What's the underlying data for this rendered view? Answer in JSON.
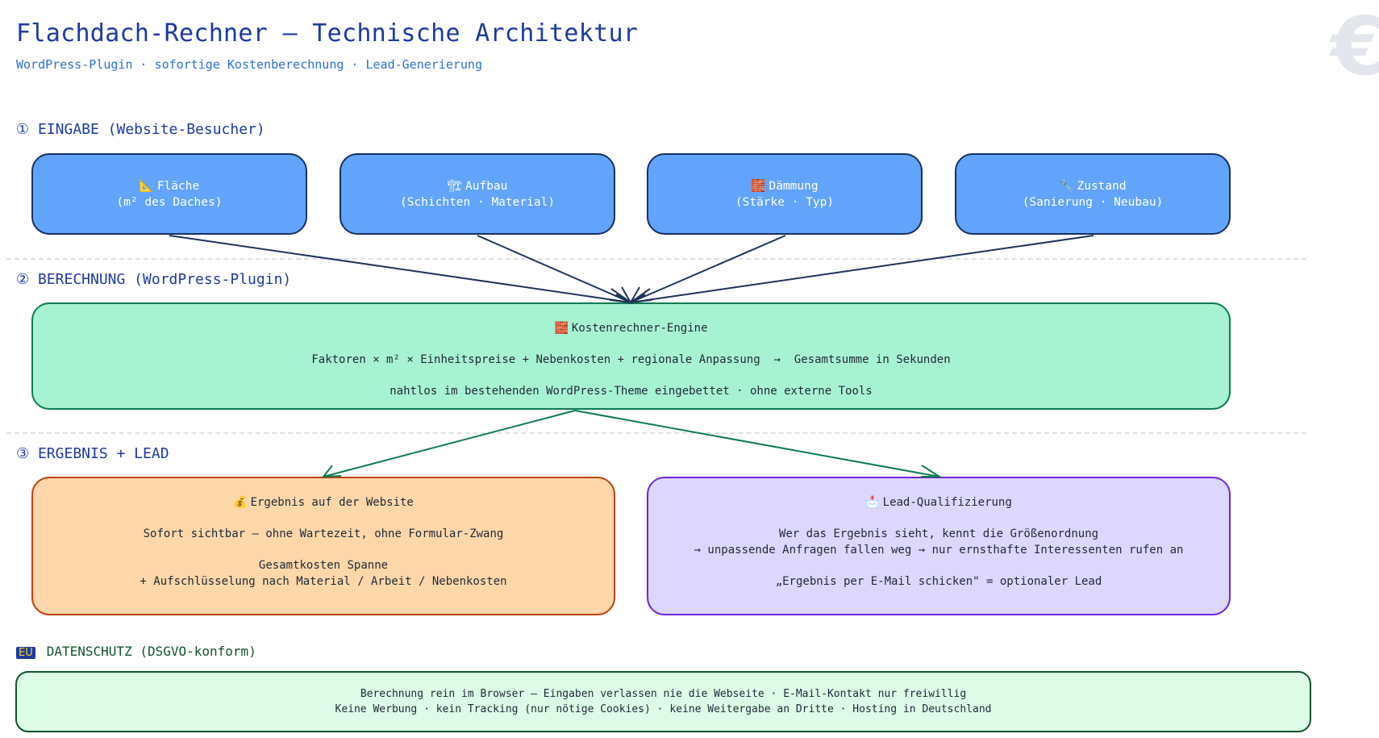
{
  "header": {
    "title": "Flachdach-Rechner – Technische Architektur",
    "subtitle": "WordPress-Plugin · sofortige Kostenberechnung · Lead-Generierung",
    "watermark": "€"
  },
  "sections": {
    "input_label": "① EINGABE (Website-Besucher)",
    "calc_label": "② BERECHNUNG (WordPress-Plugin)",
    "result_label": "③ ERGEBNIS + LEAD",
    "privacy_label": "DATENSCHUTZ (DSGVO-konform)",
    "privacy_flag": "EU"
  },
  "inputs": [
    {
      "icon": "📐",
      "title": "Fläche",
      "detail": "(m² des Daches)"
    },
    {
      "icon": "🏗",
      "title": "Aufbau",
      "detail": "(Schichten · Material)"
    },
    {
      "icon": "🧱",
      "title": "Dämmung",
      "detail": "(Stärke · Typ)"
    },
    {
      "icon": "🔧",
      "title": "Zustand",
      "detail": "(Sanierung · Neubau)"
    }
  ],
  "calc": {
    "icon": "🧱",
    "title": "Kostenrechner-Engine",
    "formula": "Faktoren × m² × Einheitspreise + Nebenkosten + regionale Anpassung  →  Gesamtsumme in Sekunden",
    "note": "nahtlos im bestehenden WordPress-Theme eingebettet · ohne externe Tools"
  },
  "result": {
    "icon": "💰",
    "title": "Ergebnis auf der Website",
    "line1": "Sofort sichtbar – ohne Wartezeit, ohne Formular-Zwang",
    "line2": "Gesamtkosten Spanne",
    "line3": "+ Aufschlüsselung nach Material / Arbeit / Nebenkosten"
  },
  "lead": {
    "icon": "📩",
    "title": "Lead-Qualifizierung",
    "line1": "Wer das Ergebnis sieht, kennt die Größenordnung",
    "line2": "→ unpassende Anfragen fallen weg → nur ernsthafte Interessenten rufen an",
    "line3": "„Ergebnis per E-Mail schicken\" = optionaler Lead"
  },
  "privacy": {
    "line1": "Berechnung rein im Browser – Eingaben verlassen nie die Webseite · E-Mail-Kontakt nur freiwillig",
    "line2": "Keine Werbung · kein Tracking (nur nötige Cookies) · keine Weitergabe an Dritte · Hosting in Deutschland"
  },
  "colors": {
    "input_arrow": "#1e3358",
    "output_arrow": "#0e7a54"
  }
}
